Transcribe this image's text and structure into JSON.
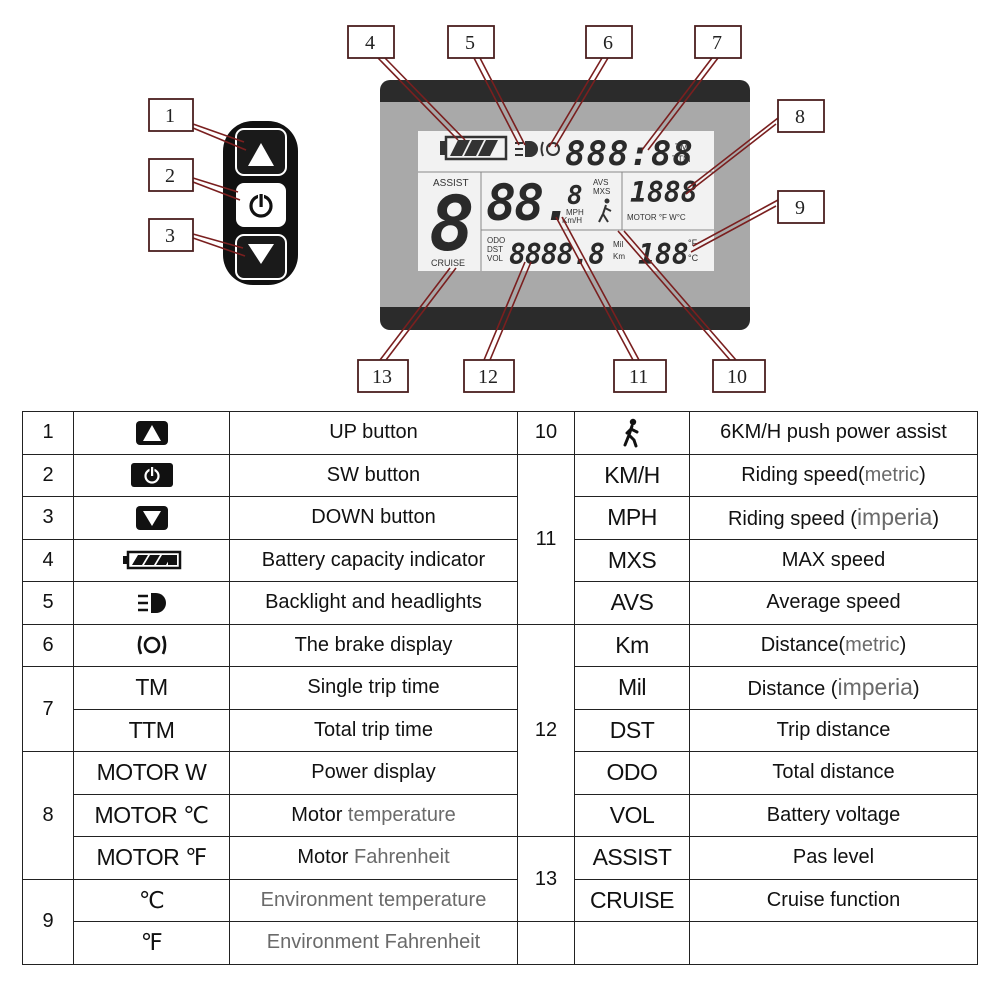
{
  "callouts": [
    "1",
    "2",
    "3",
    "4",
    "5",
    "6",
    "7",
    "8",
    "9",
    "10",
    "11",
    "12",
    "13"
  ],
  "lcd": {
    "assist_label": "ASSIST",
    "assist_digit": "8",
    "cruise_label": "CRUISE",
    "clock": "888:88",
    "tm": "TM",
    "ttm": "TTM",
    "speed": "88.",
    "speed_small": "8",
    "avs": "AVS",
    "mxs": "MXS",
    "mph": "MPH",
    "kmh": "Km/H",
    "power": "1888",
    "motor_units": "MOTOR °F W°C",
    "odo": "ODO",
    "dst": "DST",
    "vol": "VOL",
    "distance": "8888.8",
    "mil": "Mil",
    "km": "Km",
    "temp": "188",
    "deg_f": "°F",
    "deg_c": "°C"
  },
  "table": {
    "left": [
      {
        "num": "1",
        "icon": "up-arrow-button-icon",
        "desc": "UP button"
      },
      {
        "num": "2",
        "icon": "power-button-icon",
        "desc": "SW button"
      },
      {
        "num": "3",
        "icon": "down-arrow-button-icon",
        "desc": "DOWN button"
      },
      {
        "num": "4",
        "icon": "battery-icon",
        "desc": "Battery capacity indicator"
      },
      {
        "num": "5",
        "icon": "headlight-icon",
        "desc": "Backlight and headlights"
      },
      {
        "num": "6",
        "icon": "brake-icon",
        "desc": "The brake display"
      },
      {
        "num": "7",
        "codes": [
          "TM",
          "TTM"
        ],
        "descs": [
          "Single trip time",
          "Total trip time"
        ]
      },
      {
        "num": "8",
        "codes": [
          "MOTOR W",
          "MOTOR ℃",
          "MOTOR ℉"
        ],
        "descs": [
          "Power display",
          "Motor",
          "Motor"
        ],
        "desc_grey": [
          "",
          "temperature",
          "Fahrenheit"
        ]
      },
      {
        "num": "9",
        "codes": [
          "℃",
          "℉"
        ],
        "descs": [
          "Environment temperature",
          "Environment Fahrenheit"
        ]
      }
    ],
    "right": [
      {
        "num": "10",
        "icon": "walk-assist-icon",
        "desc": "6KM/H push power assist"
      },
      {
        "num": "11",
        "codes": [
          "KM/H",
          "MPH",
          "MXS",
          "AVS"
        ],
        "descs": [
          "Riding speed(",
          "Riding speed (",
          "MAX speed",
          "Average speed"
        ],
        "desc_grey": [
          "metric",
          "imperia",
          "",
          ""
        ],
        "desc_end": [
          ")",
          ")",
          "",
          ""
        ]
      },
      {
        "num": "12",
        "codes": [
          "Km",
          "Mil",
          "DST",
          "ODO",
          "VOL"
        ],
        "descs": [
          "Distance(",
          "Distance (",
          "Trip distance",
          "Total distance",
          "Battery voltage"
        ],
        "desc_grey": [
          "metric",
          "imperia",
          "",
          "",
          ""
        ],
        "desc_end": [
          ")",
          ")",
          "",
          "",
          ""
        ]
      },
      {
        "num": "13",
        "codes": [
          "ASSIST",
          "CRUISE"
        ],
        "descs": [
          "Pas level",
          "Cruise function"
        ]
      }
    ]
  }
}
